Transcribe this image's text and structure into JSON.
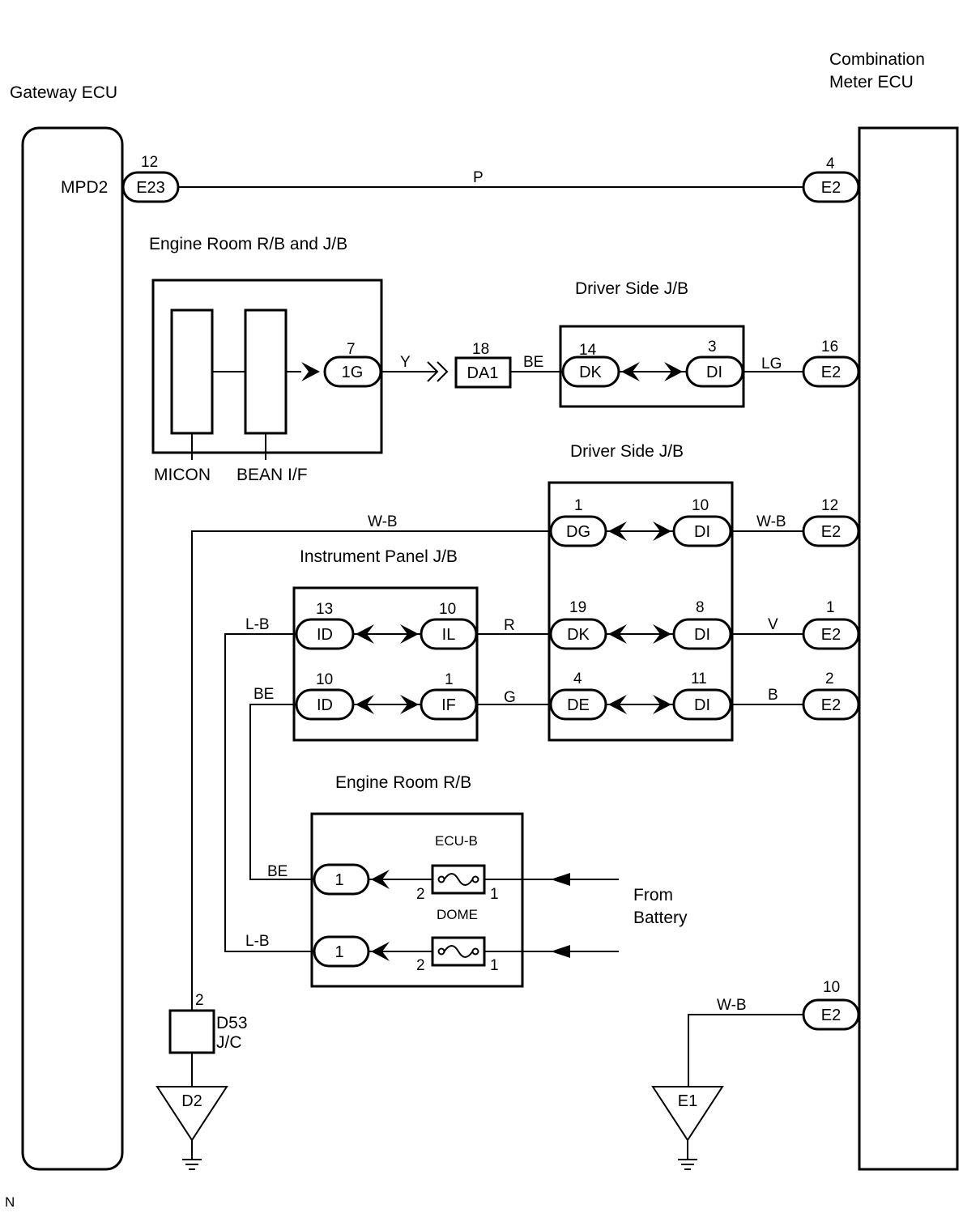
{
  "components": {
    "gateway_ecu": "Gateway ECU",
    "combo_meter_line1": "Combination",
    "combo_meter_line2": "Meter ECU",
    "engine_room_rb_jb": "Engine Room R/B and J/B",
    "driver_side_jb_1": "Driver Side J/B",
    "driver_side_jb_2": "Driver Side J/B",
    "instrument_panel_jb": "Instrument Panel J/B",
    "engine_room_rb": "Engine Room R/B",
    "micon": "MICON",
    "bean_if": "BEAN I/F",
    "ecu_b": "ECU-B",
    "dome": "DOME",
    "from_battery_1": "From",
    "from_battery_2": "Battery",
    "d53": "D53",
    "jc": "J/C",
    "mpd2": "MPD2",
    "corner_mark": "N"
  },
  "connectors": {
    "e23": {
      "name": "E23",
      "pin": "12"
    },
    "e2_top": {
      "name": "E2",
      "pin": "4"
    },
    "c1g": {
      "name": "1G",
      "pin": "7"
    },
    "da1": {
      "name": "DA1",
      "pin": "18"
    },
    "dk_top": {
      "name": "DK",
      "pin": "14"
    },
    "di_top": {
      "name": "DI",
      "pin": "3"
    },
    "e2_lg": {
      "name": "E2",
      "pin": "16"
    },
    "dg": {
      "name": "DG",
      "pin": "1"
    },
    "di_wb": {
      "name": "DI",
      "pin": "10"
    },
    "e2_wb": {
      "name": "E2",
      "pin": "12"
    },
    "id_1": {
      "name": "ID",
      "pin": "13"
    },
    "il": {
      "name": "IL",
      "pin": "10"
    },
    "dk_mid": {
      "name": "DK",
      "pin": "19"
    },
    "di_v": {
      "name": "DI",
      "pin": "8"
    },
    "e2_v": {
      "name": "E2",
      "pin": "1"
    },
    "id_2": {
      "name": "ID",
      "pin": "10"
    },
    "if": {
      "name": "IF",
      "pin": "1"
    },
    "de": {
      "name": "DE",
      "pin": "4"
    },
    "di_b": {
      "name": "DI",
      "pin": "11"
    },
    "e2_b": {
      "name": "E2",
      "pin": "2"
    },
    "rb_1a": {
      "name": "1"
    },
    "rb_1b": {
      "name": "1"
    },
    "e2_ground": {
      "name": "E2",
      "pin": "10"
    },
    "d53_pin": {
      "pin": "2"
    }
  },
  "fuse_pins": {
    "ecu_b_left": "2",
    "ecu_b_right": "1",
    "dome_left": "2",
    "dome_right": "1"
  },
  "wires": {
    "p": "P",
    "y": "Y",
    "be_1": "BE",
    "lg": "LG",
    "wb_left": "W-B",
    "wb_right": "W-B",
    "lb_1": "L-B",
    "r": "R",
    "v": "V",
    "be_2": "BE",
    "g": "G",
    "b": "B",
    "be_3": "BE",
    "lb_2": "L-B",
    "wb_ground": "W-B"
  },
  "grounds": {
    "d2": "D2",
    "e1": "E1"
  }
}
